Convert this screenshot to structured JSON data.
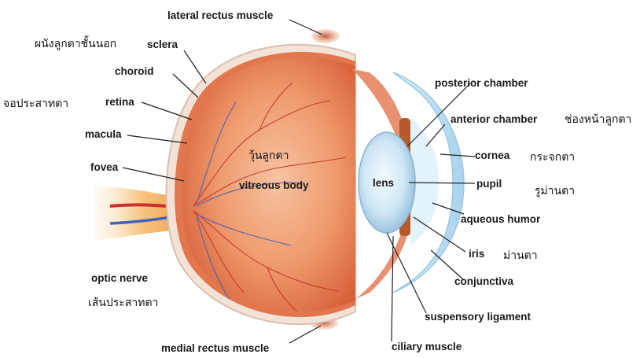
{
  "labels": {
    "lateral_rectus_muscle": "lateral rectus muscle",
    "sclera": "sclera",
    "choroid": "choroid",
    "retina": "retina",
    "macula": "macula",
    "fovea": "fovea",
    "optic_nerve": "optic nerve",
    "medial_rectus_muscle": "medial rectus muscle",
    "vitreous_body": "vitreous body",
    "lens": "lens",
    "posterior_chamber": "posterior chamber",
    "anterior_chamber": "anterior chamber",
    "cornea": "cornea",
    "pupil": "pupil",
    "aqueous_humor": "aqueous humor",
    "iris": "iris",
    "conjunctiva": "conjunctiva",
    "suspensory_ligament": "suspensory ligament",
    "ciliary_muscle": "ciliary muscle"
  },
  "thai_labels": {
    "sclera": "ผนังลูกตาชั้นนอก",
    "retina": "จอประสาทตา",
    "vitreous_body": "วุ้นลูกตา",
    "optic_nerve": "เส้นประสาทตา",
    "anterior_chamber": "ช่องหน้าลูกตา",
    "cornea": "กระจกตา",
    "pupil": "รูม่านตา",
    "iris": "ม่านตา"
  }
}
